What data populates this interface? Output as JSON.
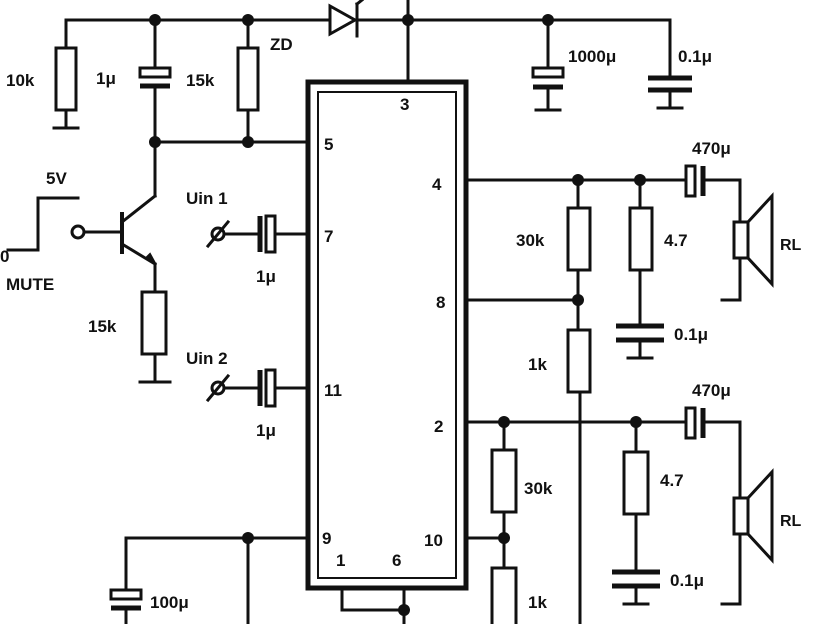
{
  "labels": {
    "r_10k": "10k",
    "c_1u_top": "1",
    "r_15k_top": "15k",
    "zd": "ZD",
    "c_1000u": "1000",
    "c_01u_top": "0.1",
    "pin3": "3",
    "pin5": "5",
    "pin4": "4",
    "pin7": "7",
    "pin8": "8",
    "pin11": "11",
    "pin2": "2",
    "pin9": "9",
    "pin1": "1",
    "pin6": "6",
    "pin10": "10",
    "v5": "5V",
    "zero": "0",
    "mute": "MUTE",
    "uin1": "Uin 1",
    "c_1u_in1": "1",
    "r_15k_bottom": "15k",
    "uin2": "Uin 2",
    "c_1u_in2": "1",
    "c_100u": "100",
    "c_470u_top": "470",
    "r_30k_top": "30k",
    "r_47_top": "4.7",
    "rl_top": "RL",
    "c_01u_mid": "0.1",
    "r_1k_mid": "1k",
    "c_470u_bottom": "470",
    "r_30k_bottom": "30k",
    "r_47_bottom": "4.7",
    "rl_bottom": "RL",
    "c_01u_bottom": "0.1",
    "r_1k_bottom": "1k",
    "micro": "μ"
  }
}
